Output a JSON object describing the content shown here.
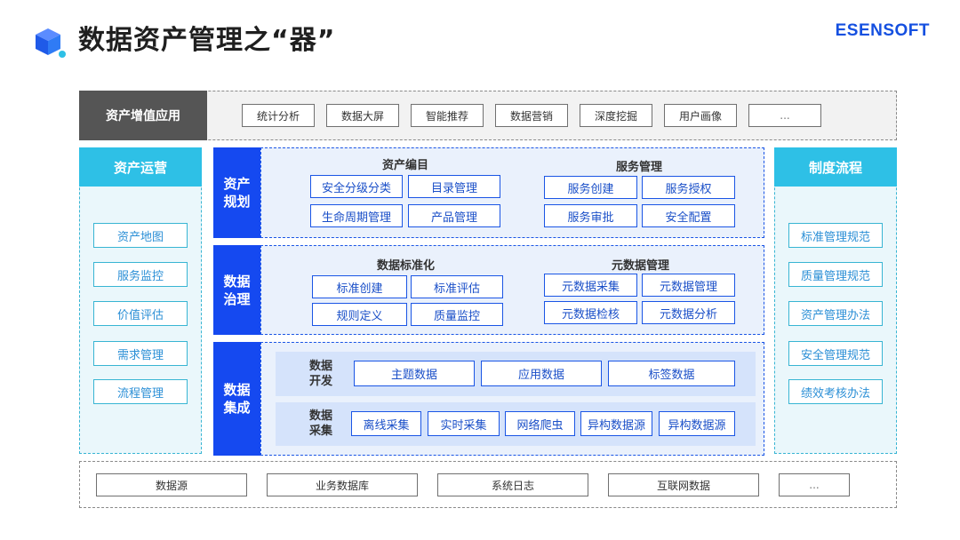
{
  "header": {
    "title": "数据资产管理之“器”",
    "brand": "ESENSOFT",
    "logo_icon": "cube-icon",
    "accent_color": "#1550e0"
  },
  "applications": {
    "title": "资产增值应用",
    "items": [
      "统计分析",
      "数据大屏",
      "智能推荐",
      "数据营销",
      "深度挖掘",
      "用户画像",
      "..."
    ]
  },
  "asset_operations": {
    "title": "资产运营",
    "items": [
      "资产地图",
      "服务监控",
      "价值评估",
      "需求管理",
      "流程管理"
    ],
    "color": "#2ec0e6"
  },
  "process_system": {
    "title": "制度流程",
    "items": [
      "标准管理规范",
      "质量管理规范",
      "资产管理办法",
      "安全管理规范",
      "绩效考核办法"
    ],
    "color": "#2ec0e6"
  },
  "planning": {
    "title": "资产\n规划",
    "catalog": {
      "title": "资产编目",
      "items": [
        "安全分级分类",
        "目录管理",
        "生命周期管理",
        "产品管理"
      ]
    },
    "service": {
      "title": "服务管理",
      "items": [
        "服务创建",
        "服务授权",
        "服务审批",
        "安全配置"
      ]
    }
  },
  "governance": {
    "title": "数据\n治理",
    "standardization": {
      "title": "数据标准化",
      "items": [
        "标准创建",
        "标准评估",
        "规则定义",
        "质量监控"
      ]
    },
    "metadata": {
      "title": "元数据管理",
      "items": [
        "元数据采集",
        "元数据管理",
        "元数据检核",
        "元数据分析"
      ]
    }
  },
  "integration": {
    "title": "数据\n集成",
    "development": {
      "title": "数据\n开发",
      "items": [
        "主题数据",
        "应用数据",
        "标签数据"
      ]
    },
    "collection": {
      "title": "数据\n采集",
      "items": [
        "离线采集",
        "实时采集",
        "网络爬虫",
        "异构数据源",
        "异构数据源"
      ]
    }
  },
  "sources": {
    "items": [
      "数据源",
      "业务数据库",
      "系统日志",
      "互联网数据",
      "..."
    ]
  },
  "colors": {
    "layer_blue": "#1549f0",
    "dark_gray": "#555555"
  }
}
